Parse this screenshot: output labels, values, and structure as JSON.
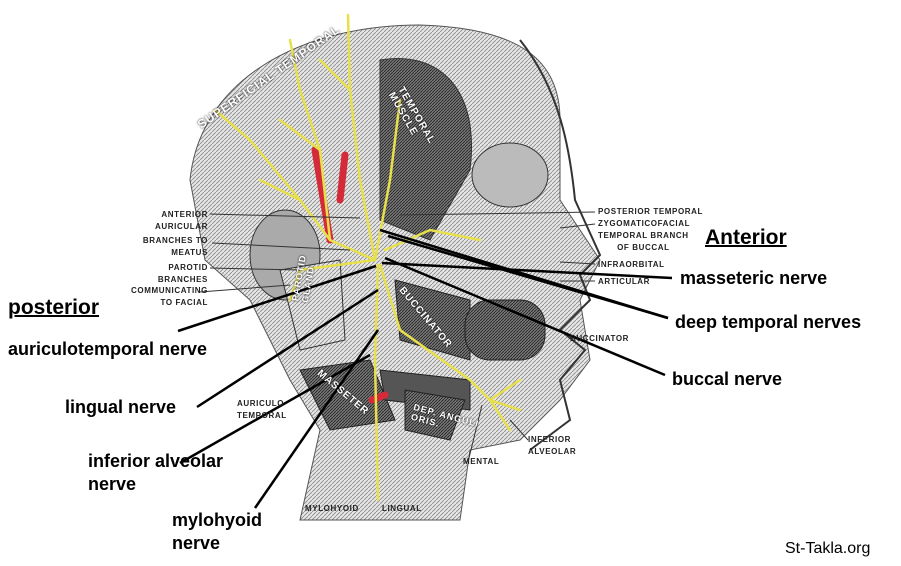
{
  "orientation": {
    "posterior": "posterior",
    "anterior": "Anterior"
  },
  "callouts": {
    "auriculotemporal": "auriculotemporal nerve",
    "lingual": "lingual nerve",
    "inferior_alveolar": [
      "inferior alveolar",
      "nerve"
    ],
    "mylohyoid": [
      "mylohyoid",
      "nerve"
    ],
    "masseteric": "masseteric nerve",
    "deep_temporal": "deep temporal nerves",
    "buccal": "buccal nerve"
  },
  "figure_labels": {
    "anterior_auricular": [
      "ANTERIOR",
      "AURICULAR"
    ],
    "branches_to_meatus": [
      "BRANCHES TO",
      "MEATUS"
    ],
    "parotid_branches": [
      "PAROTID",
      "BRANCHES"
    ],
    "communicating": [
      "COMMUNICATING",
      "TO FACIAL"
    ],
    "posterior_temporal": "POSTERIOR TEMPORAL",
    "zygomaticofacial": "ZYGOMATICOFACIAL",
    "temporal_branch": [
      "TEMPORAL BRANCH",
      "OF BUCCAL"
    ],
    "infraorbital": "INFRAORBITAL",
    "articular": "ARTICULAR",
    "buccinator_small": "BUCCINATOR",
    "auriculo_temporal": [
      "AURICULO",
      "TEMPORAL"
    ],
    "mental": "MENTAL",
    "inferior_alveolar": [
      "INFERIOR",
      "ALVEOLAR"
    ],
    "mylohyoid": "MYLOHYOID",
    "lingual": "LINGUAL",
    "superficial_temporal": "SUPERFICIAL TEMPORAL",
    "temporal_muscle": [
      "TEMPORAL",
      "MUSCLE"
    ],
    "parotid_gland": [
      "PAROTID",
      "GLAND"
    ],
    "masseter": "MASSETER",
    "buccinator": "BUCCINATOR",
    "dep_anguli_oris": [
      "DEP. ANGULI",
      "ORIS."
    ]
  },
  "watermark": "St-Takla.org",
  "colors": {
    "nerve": "#e8e04a",
    "artery": "#d42a3a",
    "line": "#000000"
  }
}
